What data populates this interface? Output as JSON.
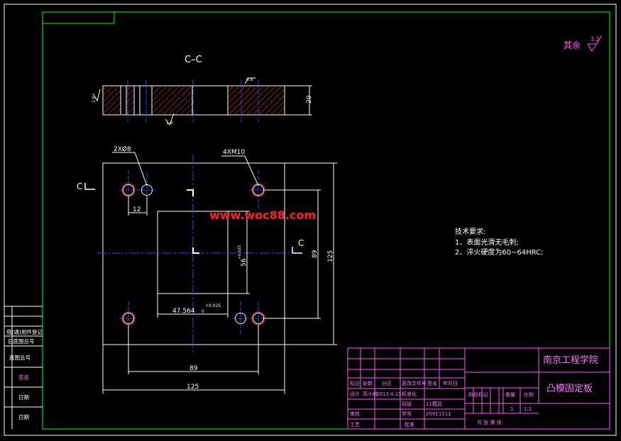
{
  "colors": {
    "background": "#000000",
    "border": "#ffffff",
    "frame": "#00ff00",
    "part": "#ffffff",
    "centerline": "#3344ff",
    "hatch": "#ff3030",
    "hole": "#ff3030",
    "dimension": "#ffffff",
    "annotation": "#ff55ff",
    "watermark": "#ff2020"
  },
  "drawing": {
    "section_label": "C–C",
    "roughness_rest_label": "其余",
    "roughness_rest_value": "3.2",
    "roughness_hole_1": "1.6",
    "roughness_hole_2": "0.8",
    "roughness_hole_3": "1.6",
    "thickness_dim": "20",
    "holes_small_label": "2XØ8",
    "holes_thread_label": "4XM10",
    "dim_hole_spacing": "12",
    "dim_slot_width": "47.564",
    "dim_slot_width_tol": "+0.025",
    "dim_slot_width_tol_low": "0",
    "dim_slot_height": "56",
    "dim_slot_height_tol": "+0.025",
    "dim_hole_h": "89",
    "dim_hole_v": "89",
    "dim_overall_h": "125",
    "dim_overall_v": "125",
    "cut_mark_left": "C",
    "cut_mark_right": "C",
    "watermark": "www.woc88.com"
  },
  "tech_notes": {
    "title": "技术要求:",
    "items": [
      "1、表面光滑无毛刺;",
      "2、淬火硬度为60~64HRC;"
    ]
  },
  "side_block": {
    "rows": [
      "借(通)用件登记",
      "旧底图总号",
      "底图总号",
      "签名",
      "日期",
      "日期"
    ]
  },
  "title_block": {
    "school": "南京工程学院",
    "part_name": "凸模固定板",
    "row_labels": [
      "标记",
      "处数",
      "分区",
      "更改文件号",
      "签名",
      "年月日"
    ],
    "designer_label": "设计",
    "designer_name": "高小敏",
    "design_date": "2013.4.11",
    "standard_label": "标准化",
    "reviewer_label": "审核",
    "class_label": "班级",
    "class_value": "11模具",
    "student_no_label": "学号",
    "student_no_value": "20911111",
    "process_label": "工艺",
    "approve_label": "批准",
    "stage_label": "阶段标记",
    "weight_label": "重量",
    "scale_label": "比例",
    "qty": "1",
    "scale": "1:1",
    "sheets": "共 张 第 张"
  }
}
